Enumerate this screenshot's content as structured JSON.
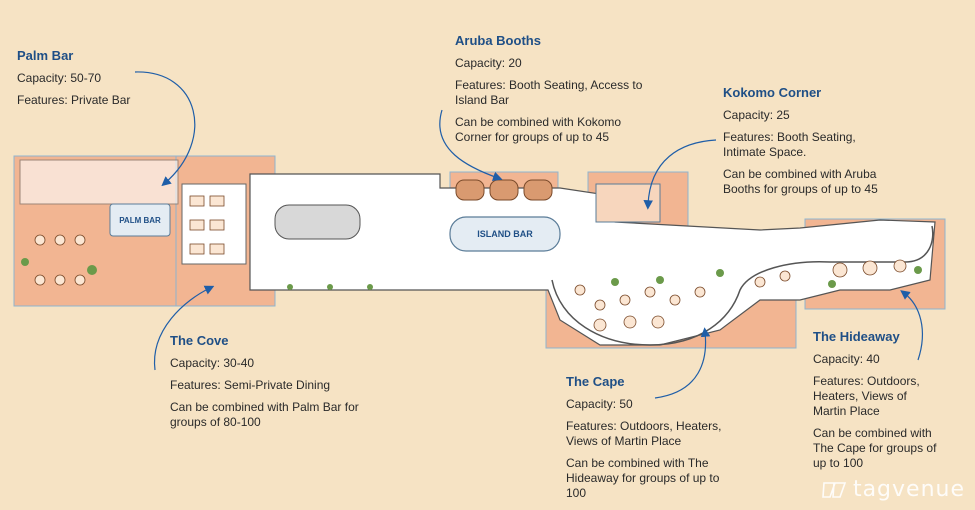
{
  "areas": {
    "palm_bar": {
      "title": "Palm Bar",
      "capacity": "Capacity: 50-70",
      "features": "Features: Private Bar"
    },
    "aruba_booths": {
      "title": "Aruba Booths",
      "capacity": "Capacity: 20",
      "features": "Features: Booth Seating, Access to Island Bar",
      "combine": "Can be combined with Kokomo Corner for groups of up to 45"
    },
    "kokomo_corner": {
      "title": "Kokomo Corner",
      "capacity": "Capacity: 25",
      "features": "Features: Booth Seating, Intimate Space.",
      "combine": "Can be combined with Aruba Booths for groups of up to 45"
    },
    "the_cove": {
      "title": "The Cove",
      "capacity": "Capacity: 30-40",
      "features": "Features: Semi-Private Dining",
      "combine": "Can be combined with Palm Bar for groups of 80-100"
    },
    "the_cape": {
      "title": "The Cape",
      "capacity": "Capacity: 50",
      "features": "Features: Outdoors, Heaters, Views of Martin Place",
      "combine": "Can be combined with The Hideaway for groups of up to 100"
    },
    "the_hideaway": {
      "title": "The Hideaway",
      "capacity": "Capacity: 40",
      "features": "Features: Outdoors, Heaters, Views of Martin Place",
      "combine": "Can be combined with The Cape for groups of up to 100"
    }
  },
  "plan": {
    "palm_bar_sign": "PALM BAR",
    "island_bar_sign": "ISLAND BAR"
  },
  "watermark": "tagvenue",
  "colors": {
    "background": "#f6e3c4",
    "zone": "#f2b592",
    "title": "#1f4f86",
    "line": "#1f5ea8",
    "box": "#8fb4cf",
    "plant": "#6b9a4a"
  }
}
